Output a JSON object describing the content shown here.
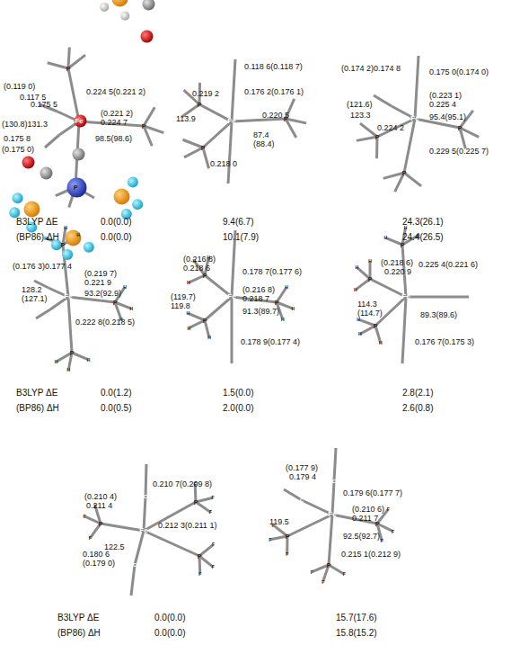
{
  "diagram": {
    "labels": [
      "(0.119 0)",
      "0.117 5",
      "0.175 5",
      "(130.8)131.3",
      "0.175 8",
      "(0.175 0)",
      "0.224 5(0.221 2)",
      "(0.221 2)",
      "0.224 7",
      "98.5(98.6)",
      "0.219 2",
      "113.9",
      "0.118 6(0.118 7)",
      "0.176 2(0.176 1)",
      "0.220 5",
      "87.4",
      "(88.4)",
      "0.218 0",
      "(0.174 2)0.174 8",
      "0.175 0(0.174 0)",
      "(121.6)",
      "123.3",
      "(0.223 1)",
      "0.225 4",
      "95.4(95.1)",
      "0.224 2",
      "0.229 5(0.225 7)",
      "B3LYP ΔE",
      "0.0(0.0)",
      "9.4(6.7)",
      "24.3(26.1)",
      "(BP86) ΔH",
      "0.0(0.0)",
      "10.1(7.9)",
      "24.4(26.5)",
      "(0.176 3)0.177 4",
      "128.2",
      "(127.1)",
      "(0.219 7)",
      "0.221 9",
      "93.2(92.9)",
      "0.222 8(0.218 5)",
      "(0.216 8)",
      "0.218 6",
      "(119.7)",
      "119.8",
      "0.178 7(0.177 6)",
      "(0.216 8)",
      "0.218 7",
      "91.3(89.7)",
      "0.178 9(0.177 4)",
      "(0.218 6)",
      "0.220 9",
      "0.225 4(0.221 6)",
      "114.3",
      "(114.7)",
      "89.3(89.6)",
      "0.176 7(0.175 3)",
      "B3LYP ΔE",
      "0.0(1.2)",
      "1.5(0.0)",
      "2.8(2.1)",
      "(BP86) ΔH",
      "0.0(0.5)",
      "2.0(0.0)",
      "2.6(0.8)",
      "(0.210 4)",
      "0.211 4",
      "0.210 7(0.209 8)",
      "122.5",
      "0.212 3(0.211 1)",
      "0.180 6",
      "(0.179 0)",
      "(0.177 9)",
      "0.179 4",
      "0.179 6(0.177 7)",
      "(0.210 6)",
      "0.211 7",
      "119.5",
      "92.5(92.7)",
      "0.215 1(0.212 9)",
      "B3LYP ΔE",
      "0.0(0.0)",
      "15.7(17.6)",
      "(BP86) ΔH",
      "0.0(0.0)",
      "15.8(15.2)",
      "Fe",
      "P",
      "P",
      "P",
      "Fe",
      "P",
      "P",
      "P",
      "Fe",
      "P",
      "P",
      "P",
      "Fe",
      "P",
      "H",
      "H",
      "H",
      "P",
      "H",
      "H",
      "H",
      "P",
      "H",
      "H",
      "H",
      "Fe",
      "P",
      "H",
      "H",
      "H",
      "P",
      "H",
      "H",
      "H",
      "P",
      "H",
      "H",
      "H",
      "Fe",
      "P",
      "H",
      "H",
      "H",
      "P",
      "H",
      "H",
      "H",
      "P",
      "H",
      "H",
      "H",
      "Fe",
      "P",
      "F",
      "F",
      "F",
      "P",
      "F",
      "F",
      "F",
      "P",
      "F",
      "F",
      "F",
      "C",
      "C",
      "Fe",
      "P",
      "F",
      "F",
      "F",
      "P",
      "F",
      "F",
      "F",
      "P",
      "F",
      "F",
      "F",
      "C",
      "C"
    ]
  }
}
